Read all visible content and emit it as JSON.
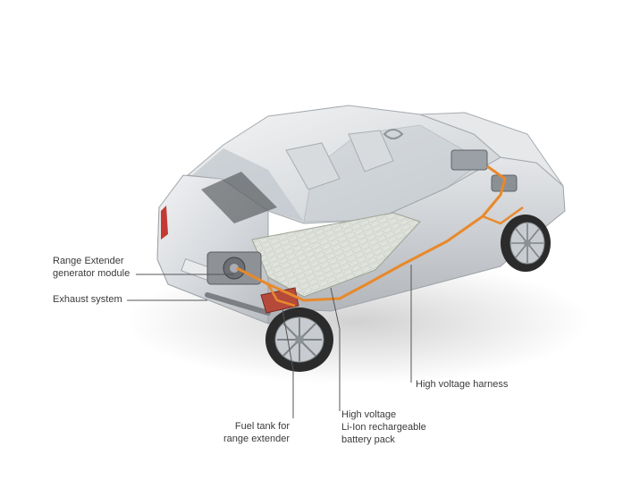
{
  "diagram": {
    "labels": {
      "range_extender": "Range Extender\ngenerator module",
      "exhaust": "Exhaust system",
      "harness": "High voltage harness",
      "fuel_tank": "Fuel tank for\nrange extender",
      "battery": "High voltage\nLi-Ion rechargeable\nbattery pack"
    },
    "colors": {
      "background": "#ffffff",
      "body_silver": "#dcdfe2",
      "glass": "#bfc6cc",
      "cable_orange": "#e8892b",
      "battery_cells": "#eef0ec",
      "leader_line": "#555555",
      "tire": "#2b2b2b",
      "taillight": "#c33a35"
    }
  }
}
